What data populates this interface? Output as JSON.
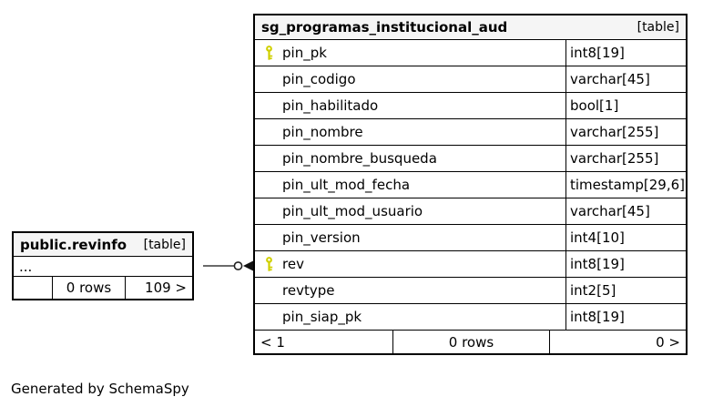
{
  "page": {
    "credit_text": "Generated by SchemaSpy",
    "background": "#ffffff"
  },
  "colors": {
    "header_bg": "#f5f5f5",
    "border": "#000000",
    "key_icon": "#d0d000",
    "edge": "#3a3a3a"
  },
  "main_table": {
    "title": "sg_programas_institucional_aud",
    "tag": "[table]",
    "columns": [
      {
        "name": "pin_pk",
        "type": "int8[19]",
        "pk": true
      },
      {
        "name": "pin_codigo",
        "type": "varchar[45]",
        "pk": false
      },
      {
        "name": "pin_habilitado",
        "type": "bool[1]",
        "pk": false
      },
      {
        "name": "pin_nombre",
        "type": "varchar[255]",
        "pk": false
      },
      {
        "name": "pin_nombre_busqueda",
        "type": "varchar[255]",
        "pk": false
      },
      {
        "name": "pin_ult_mod_fecha",
        "type": "timestamp[29,6]",
        "pk": false
      },
      {
        "name": "pin_ult_mod_usuario",
        "type": "varchar[45]",
        "pk": false
      },
      {
        "name": "pin_version",
        "type": "int4[10]",
        "pk": false
      },
      {
        "name": "rev",
        "type": "int8[19]",
        "pk": true
      },
      {
        "name": "revtype",
        "type": "int2[5]",
        "pk": false
      },
      {
        "name": "pin_siap_pk",
        "type": "int8[19]",
        "pk": false
      }
    ],
    "footer": {
      "left": "< 1",
      "center": "0 rows",
      "right": "0 >"
    }
  },
  "related_table": {
    "title": "public.revinfo",
    "tag": "[table]",
    "body": "...",
    "footer": {
      "left": "",
      "center": "0 rows",
      "right": "109 >"
    }
  },
  "relationship": {
    "type": "zero-or-many",
    "from": "public.revinfo",
    "to": "sg_programas_institucional_aud"
  }
}
